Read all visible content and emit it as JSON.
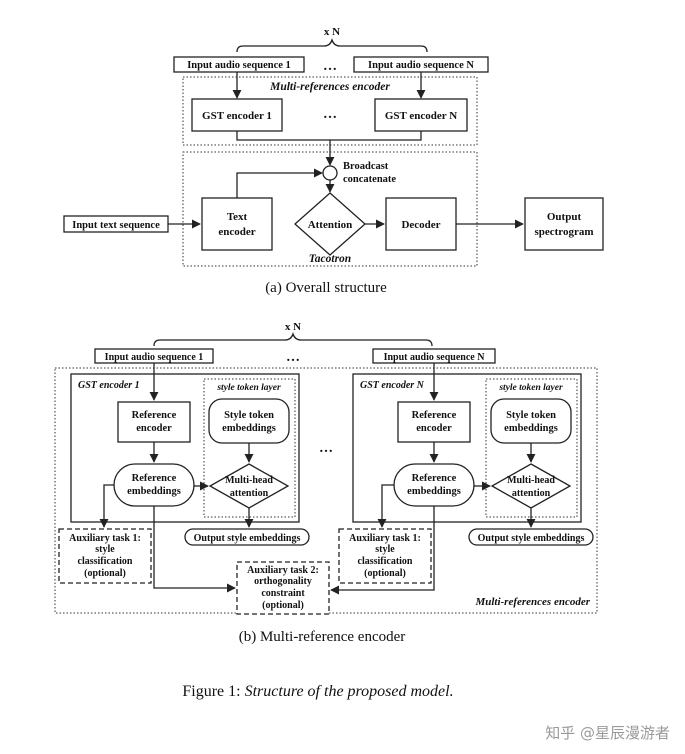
{
  "part_a": {
    "multiplier": "x N",
    "input_audio_1": "Input audio sequence 1",
    "input_audio_n": "Input audio sequence N",
    "ellipsis": "…",
    "mre_title": "Multi-references encoder",
    "gst_1": "GST encoder 1",
    "gst_n": "GST encoder N",
    "broadcast_1": "Broadcast",
    "broadcast_2": "concatenate",
    "input_text": "Input text sequence",
    "text_enc_1": "Text",
    "text_enc_2": "encoder",
    "attention": "Attention",
    "decoder": "Decoder",
    "output_1": "Output",
    "output_2": "spectrogram",
    "tacotron": "Tacotron",
    "caption": "(a)  Overall structure"
  },
  "part_b": {
    "multiplier": "x N",
    "input_audio_1": "Input audio sequence 1",
    "input_audio_n": "Input audio sequence N",
    "ellipsis": "…",
    "gst_1_title": "GST encoder 1",
    "gst_n_title": "GST encoder N",
    "stl_title": "style token layer",
    "ref_enc_1": "Reference",
    "ref_enc_2": "encoder",
    "ste_1": "Style token",
    "ste_2": "embeddings",
    "ref_emb_1": "Reference",
    "ref_emb_2": "embeddings",
    "mha_1": "Multi-head",
    "mha_2": "attention",
    "output_style": "Output style embeddings",
    "aux1_1": "Auxiliary task 1:",
    "aux1_2": "style",
    "aux1_3": "classification",
    "aux1_4": "(optional)",
    "aux2_1": "Auxiliary task 2:",
    "aux2_2": "orthogonality",
    "aux2_3": "constraint",
    "aux2_4": "(optional)",
    "mre_title": "Multi-references encoder",
    "caption": "(b)  Multi-reference encoder"
  },
  "figure_caption": {
    "label": "Figure 1: ",
    "text": "Structure of the proposed model."
  },
  "watermark": "知乎 @星辰漫游者"
}
